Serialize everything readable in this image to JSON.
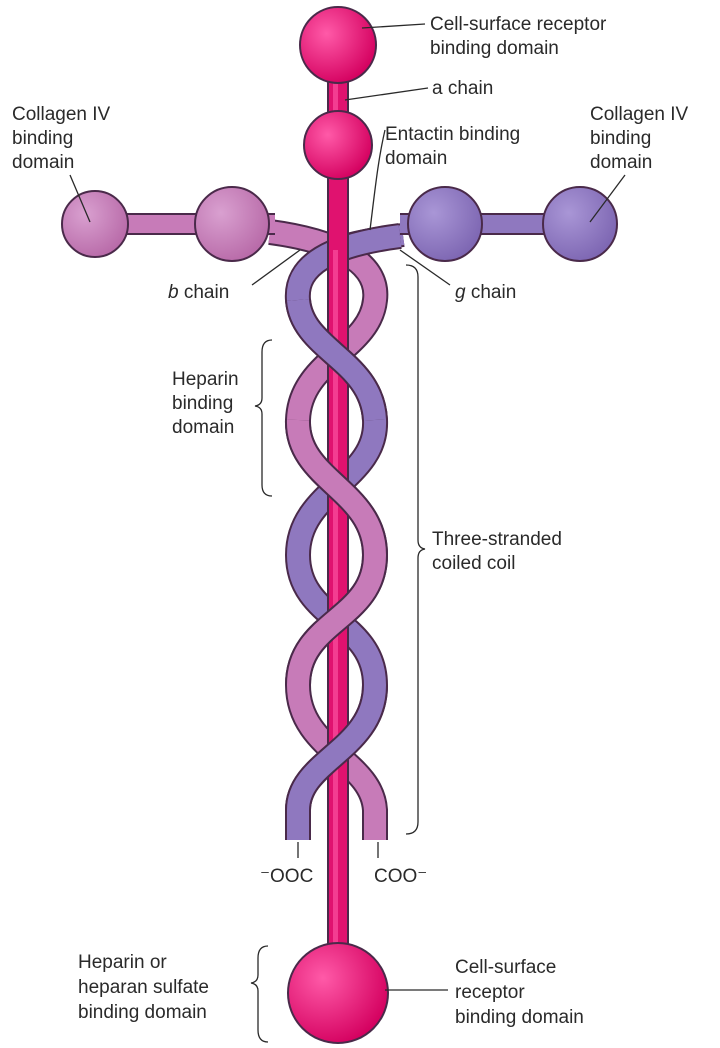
{
  "labels": {
    "cell_surface_top_1": "Cell-surface receptor",
    "cell_surface_top_2": "binding domain",
    "a_chain": "a chain",
    "collagen_left_1": "Collagen IV",
    "collagen_left_2": "binding",
    "collagen_left_3": "domain",
    "entactin_1": "Entactin binding",
    "entactin_2": "domain",
    "collagen_right_1": "Collagen IV",
    "collagen_right_2": "binding",
    "collagen_right_3": "domain",
    "b_chain_letter": "b",
    "b_chain_word": " chain",
    "g_chain_letter": "g",
    "g_chain_word": " chain",
    "heparin_1": "Heparin",
    "heparin_2": "binding",
    "heparin_3": "domain",
    "coil_1": "Three-stranded",
    "coil_2": "coiled coil",
    "ooc_left": "⁻OOC",
    "coo_right": "COO⁻",
    "heparan_1": "Heparin or",
    "heparan_2": "heparan sulfate",
    "heparan_3": "binding domain",
    "cell_surface_bottom_1": "Cell-surface",
    "cell_surface_bottom_2": "receptor",
    "cell_surface_bottom_3": "binding domain"
  },
  "colors": {
    "alpha_chain": "#e0126f",
    "beta_chain": "#c77bb8",
    "gamma_chain": "#8f78bf",
    "outline": "#4a2a4a"
  }
}
